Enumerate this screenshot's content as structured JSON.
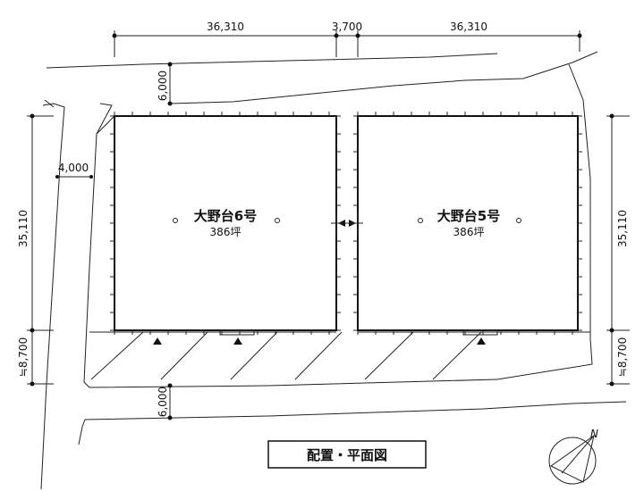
{
  "dimensions": {
    "top": [
      "36,310",
      "3,700",
      "36,310"
    ],
    "road_top": "6,000",
    "road_bottom": "6,000",
    "road_left": "4,000",
    "left_height": "35,110",
    "right_height": "35,110",
    "left_parking": "≒8,700",
    "right_parking": "≒8,700"
  },
  "buildings": [
    {
      "name": "大野台6号",
      "area": "386坪"
    },
    {
      "name": "大野台5号",
      "area": "386坪"
    }
  ],
  "caption": "配置・平面図",
  "north_mark": "N"
}
